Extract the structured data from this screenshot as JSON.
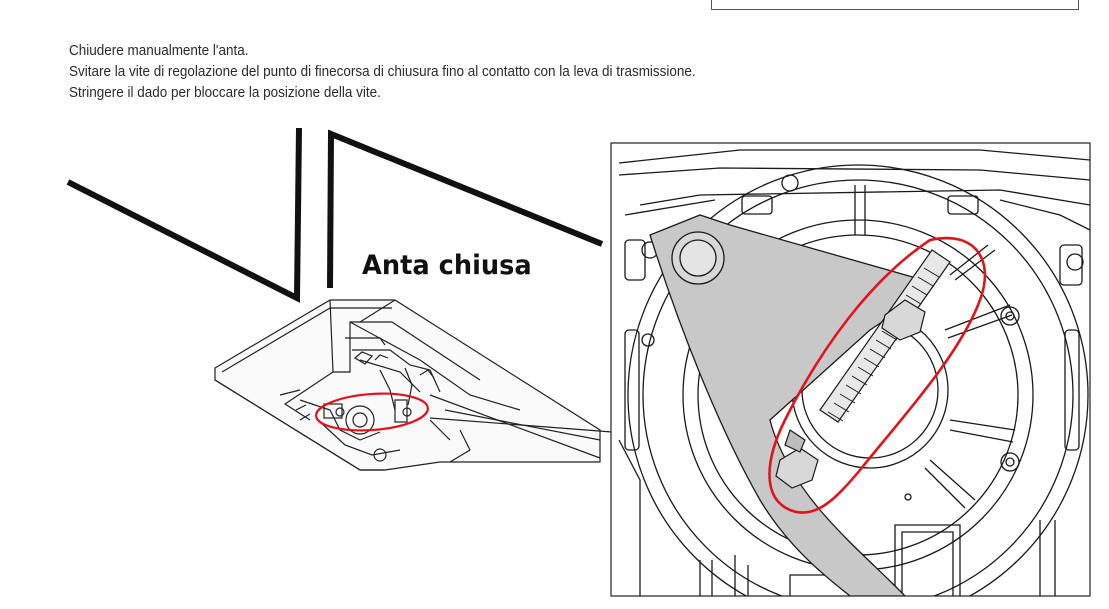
{
  "instructions": {
    "line1": "Chiudere manualmente l'anta.",
    "line2": "Svitare la vite di regolazione del punto di finecorsa di chiusura fino al contatto con la leva di trasmissione.",
    "line3": "Stringere il dado per bloccare la posizione della vite."
  },
  "caption": "Anta chiusa",
  "colors": {
    "highlight": "#e0141b",
    "lever": "#c8c8c8",
    "ink": "#111111"
  }
}
